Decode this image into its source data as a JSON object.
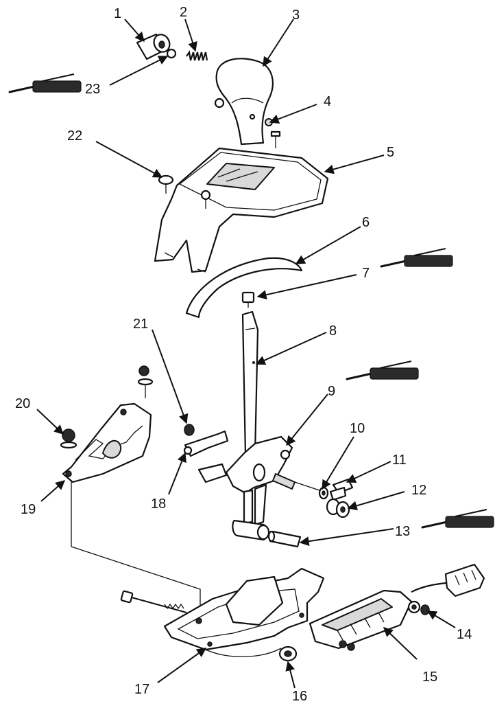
{
  "callouts": [
    {
      "id": "c1",
      "label": "1"
    },
    {
      "id": "c2",
      "label": "2"
    },
    {
      "id": "c3",
      "label": "3"
    },
    {
      "id": "c4",
      "label": "4"
    },
    {
      "id": "c5",
      "label": "5"
    },
    {
      "id": "c6",
      "label": "6"
    },
    {
      "id": "c7",
      "label": "7"
    },
    {
      "id": "c8",
      "label": "8"
    },
    {
      "id": "c9",
      "label": "9"
    },
    {
      "id": "c10",
      "label": "10"
    },
    {
      "id": "c11",
      "label": "11"
    },
    {
      "id": "c12",
      "label": "12"
    },
    {
      "id": "c13",
      "label": "13"
    },
    {
      "id": "c14",
      "label": "14"
    },
    {
      "id": "c15",
      "label": "15"
    },
    {
      "id": "c16",
      "label": "16"
    },
    {
      "id": "c17",
      "label": "17"
    },
    {
      "id": "c18",
      "label": "18"
    },
    {
      "id": "c19",
      "label": "19"
    },
    {
      "id": "c20",
      "label": "20"
    },
    {
      "id": "c21",
      "label": "21"
    },
    {
      "id": "c22",
      "label": "22"
    },
    {
      "id": "c23",
      "label": "23"
    }
  ],
  "grease_symbols": [
    {
      "id": "g1",
      "icon": "grease-gun-icon"
    },
    {
      "id": "g2",
      "icon": "grease-gun-icon"
    },
    {
      "id": "g3",
      "icon": "grease-gun-icon"
    },
    {
      "id": "g4",
      "icon": "grease-gun-icon"
    }
  ]
}
